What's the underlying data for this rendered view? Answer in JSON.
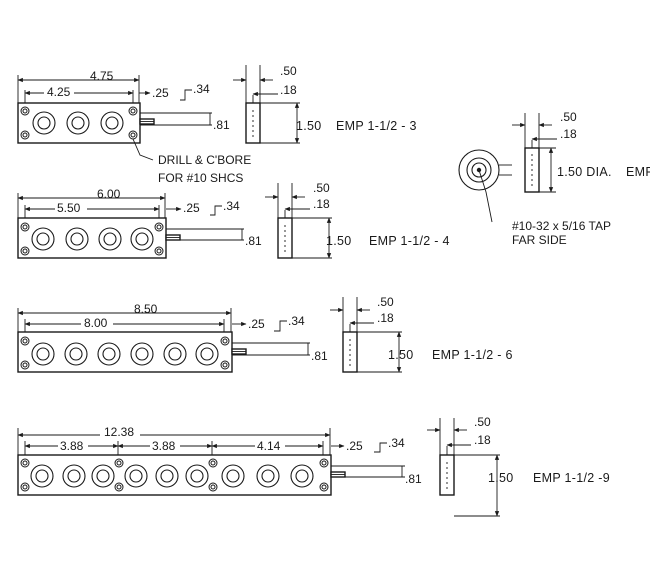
{
  "drawing": {
    "notes": {
      "drill_cbore_line1": "DRILL & C'BORE",
      "drill_cbore_line2": "FOR #10 SHCS",
      "tap_line1": "#10-32 x 5/16 TAP",
      "tap_line2": "FAR SIDE"
    },
    "round_part": {
      "height": "1.50 DIA.",
      "model": "EMP",
      "dim_top": ".50",
      "dim_side": ".18"
    },
    "parts": [
      {
        "model": "EMP 1-1/2 - 3",
        "height": "1.50",
        "overall": "4.75",
        "spacing": [
          "4.25"
        ],
        "edge": ".25",
        "dim_34": ".34",
        "dim_81": ".81",
        "side_top": ".50",
        "side_18": ".18"
      },
      {
        "model": "EMP 1-1/2 - 4",
        "height": "1.50",
        "overall": "6.00",
        "spacing": [
          "5.50"
        ],
        "edge": ".25",
        "dim_34": ".34",
        "dim_81": ".81",
        "side_top": ".50",
        "side_18": ".18"
      },
      {
        "model": "EMP 1-1/2 - 6",
        "height": "1.50",
        "overall": "8.50",
        "spacing": [
          "8.00"
        ],
        "edge": ".25",
        "dim_34": ".34",
        "dim_81": ".81",
        "side_top": ".50",
        "side_18": ".18"
      },
      {
        "model": "EMP 1-1/2 -9",
        "height": "1.50",
        "overall": "12.38",
        "spacing": [
          "3.88",
          "3.88",
          "4.14"
        ],
        "edge": ".25",
        "dim_34": ".34",
        "dim_81": ".81",
        "side_top": ".50",
        "side_18": ".18"
      }
    ]
  }
}
